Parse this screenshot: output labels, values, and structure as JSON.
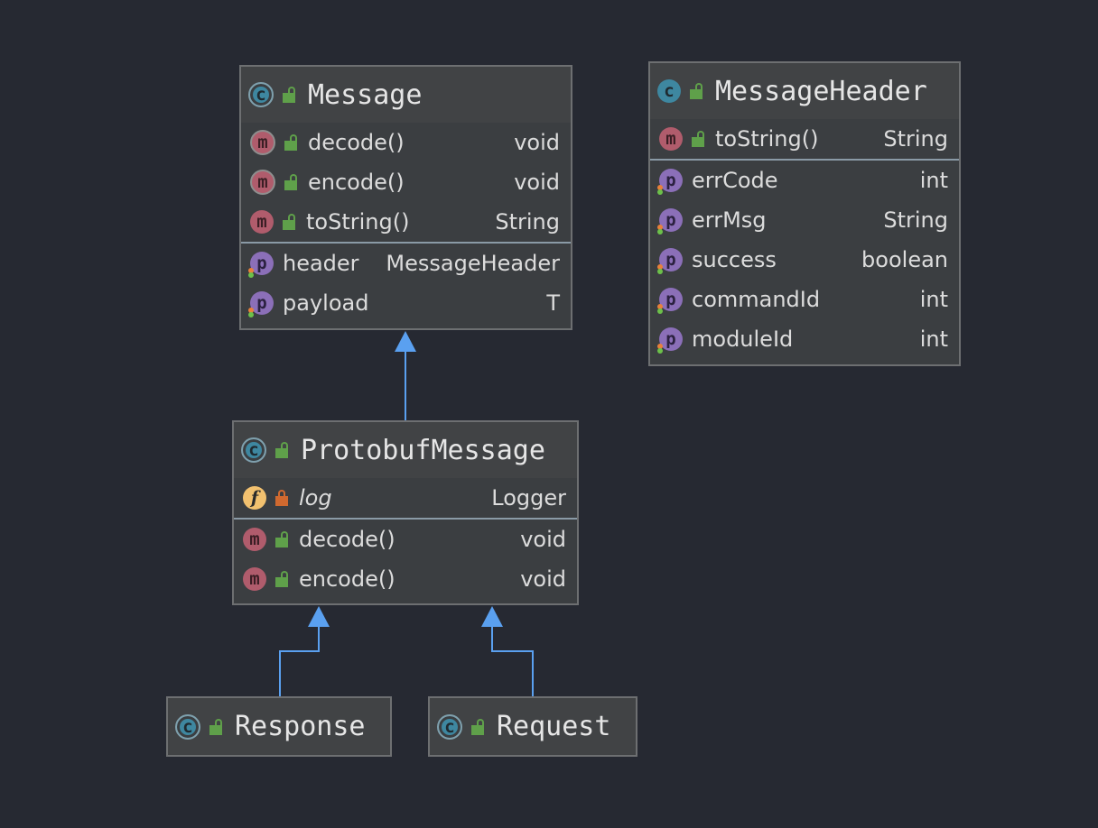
{
  "diagram": {
    "classes": {
      "message": {
        "name": "Message",
        "methods": [
          {
            "name": "decode()",
            "type": "void",
            "abstract": true
          },
          {
            "name": "encode()",
            "type": "void",
            "abstract": true
          },
          {
            "name": "toString()",
            "type": "String",
            "abstract": false
          }
        ],
        "properties": [
          {
            "name": "header",
            "type": "MessageHeader"
          },
          {
            "name": "payload",
            "type": "T"
          }
        ]
      },
      "messageHeader": {
        "name": "MessageHeader",
        "methods": [
          {
            "name": "toString()",
            "type": "String"
          }
        ],
        "properties": [
          {
            "name": "errCode",
            "type": "int"
          },
          {
            "name": "errMsg",
            "type": "String"
          },
          {
            "name": "success",
            "type": "boolean"
          },
          {
            "name": "commandId",
            "type": "int"
          },
          {
            "name": "moduleId",
            "type": "int"
          }
        ]
      },
      "protobufMessage": {
        "name": "ProtobufMessage",
        "fields": [
          {
            "name": "log",
            "type": "Logger"
          }
        ],
        "methods": [
          {
            "name": "decode()",
            "type": "void"
          },
          {
            "name": "encode()",
            "type": "void"
          }
        ]
      },
      "response": {
        "name": "Response"
      },
      "request": {
        "name": "Request"
      }
    },
    "icons": {
      "class": "class-icon",
      "method": "method-icon",
      "property": "property-icon",
      "field": "static-field-icon",
      "public": "public-lock-icon",
      "private": "private-lock-icon"
    },
    "icon_glyphs": {
      "class": "c",
      "method": "m",
      "property": "p",
      "field": "f"
    },
    "colors": {
      "background": "#262932",
      "edge": "#5aa0f0",
      "classIcon": "#3e87a0",
      "methodIcon": "#b05c6c",
      "propertyIcon": "#8b6fb8",
      "fieldIcon": "#f2c16f"
    }
  }
}
